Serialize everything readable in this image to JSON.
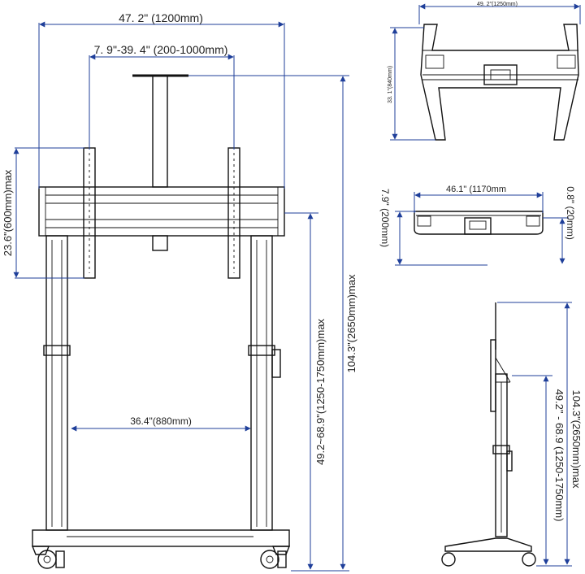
{
  "front_view": {
    "overall_width": "47. 2\"  (1200mm)",
    "bracket_range": "7. 9\"-39. 4\"  (200-1000mm)",
    "vesa_height": "23.6\"(600mm)max",
    "leg_spacing": "36.4\"(880mm)",
    "mount_height": "49.2~68.9\"(1250-1750mm)max",
    "total_height": "104.3\"(2650mm)max"
  },
  "top_view": {
    "width": "49. 2\"(1250mm)",
    "depth": "33. 1\"(840mm)"
  },
  "bracket_view": {
    "width": "46.1\"    (1170mm",
    "height": "7.9\"  (200mm)",
    "offset": "0.8\"  (20mm)"
  },
  "side_view": {
    "total_height": "104.3\"(2650mm)max",
    "mount_height": "49.2\" - 68.9 (1250-1750mm)"
  }
}
